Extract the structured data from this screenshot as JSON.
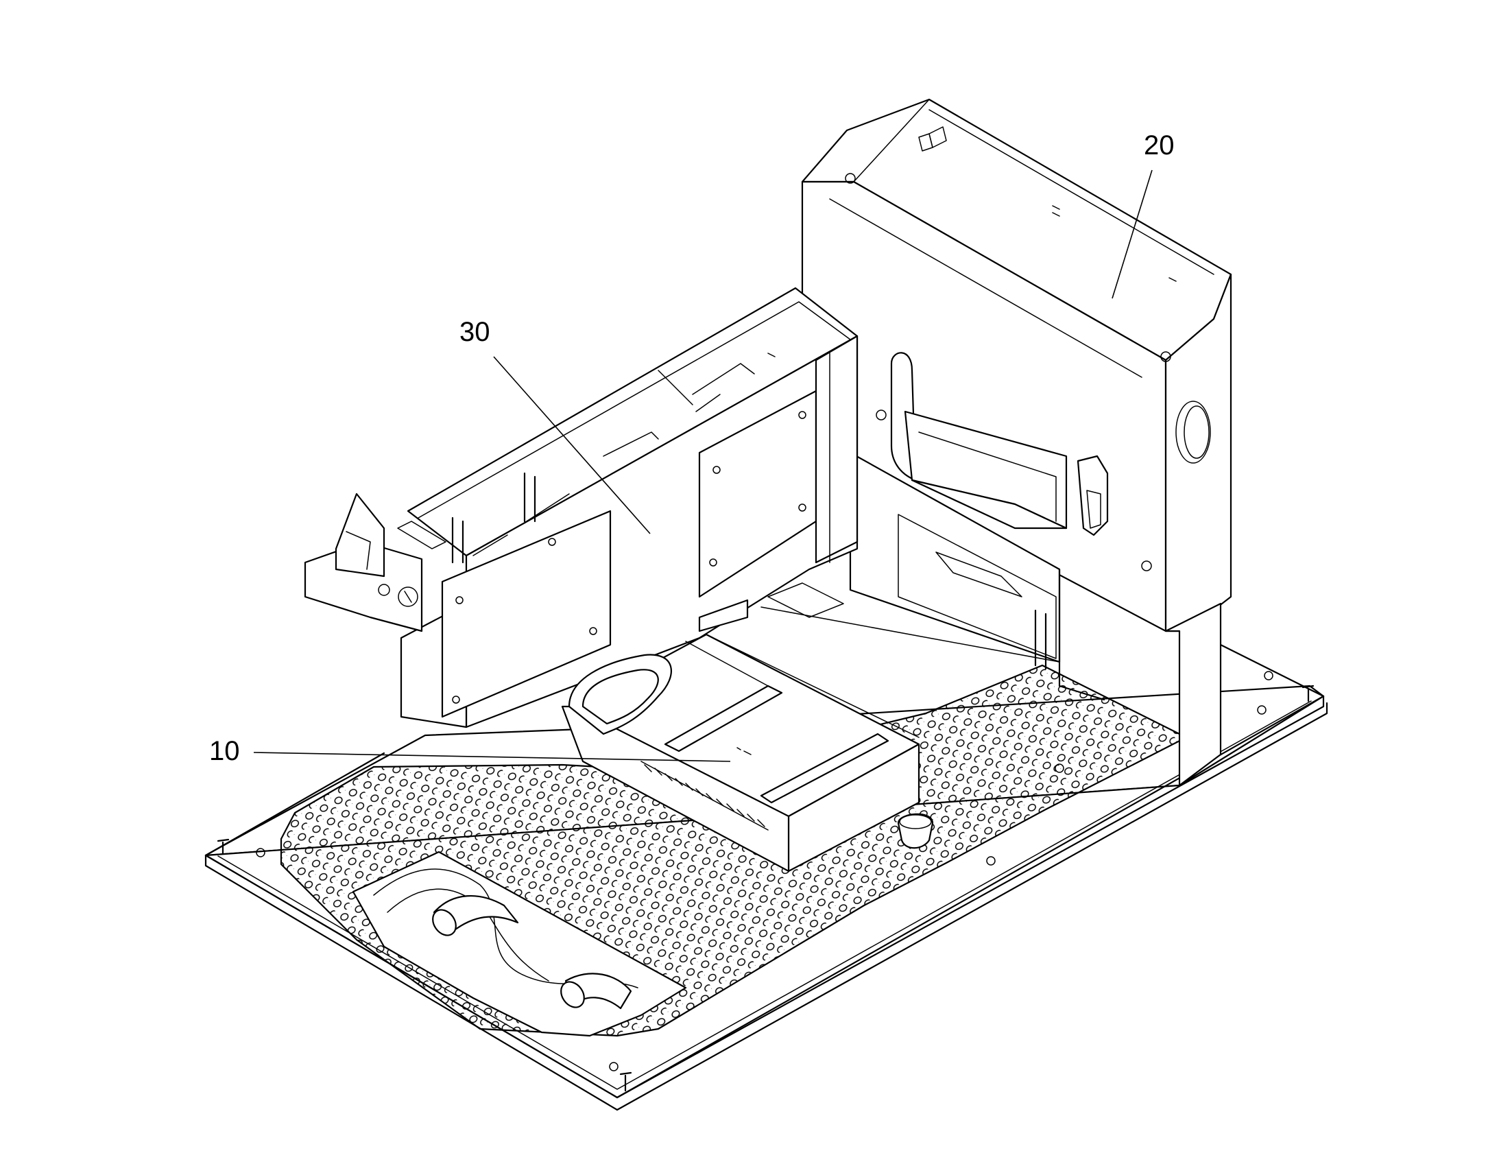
{
  "callouts": {
    "label_10": "10",
    "label_20": "20",
    "label_30": "30"
  },
  "colors": {
    "line": "#000000",
    "background": "#ffffff"
  }
}
